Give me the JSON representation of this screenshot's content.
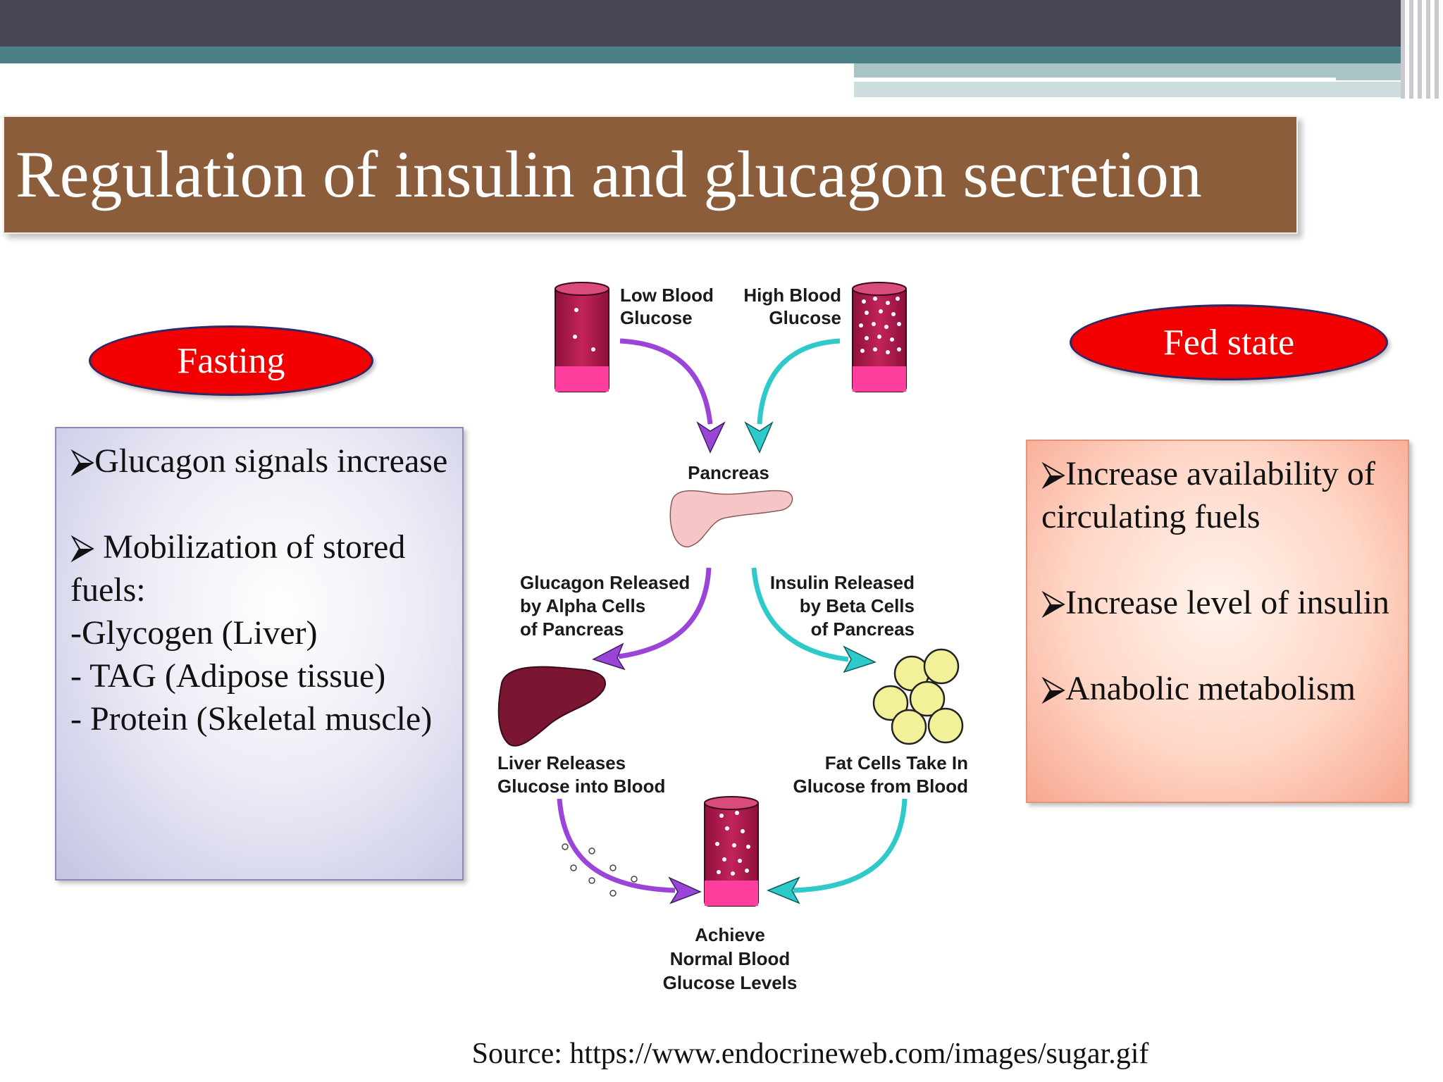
{
  "title": "Regulation of insulin and glucagon secretion",
  "left": {
    "label": "Fasting",
    "items": [
      "⮚Glucagon signals increase",
      "⮚ Mobilization of stored fuels:",
      "-Glycogen (Liver)",
      "- TAG (Adipose tissue)",
      "- Protein (Skeletal muscle)"
    ]
  },
  "right": {
    "label": "Fed state",
    "items": [
      "⮚Increase availability of circulating fuels",
      "⮚Increase level of insulin",
      "⮚Anabolic metabolism"
    ]
  },
  "diagram": {
    "low_glucose": [
      "Low Blood",
      "Glucose"
    ],
    "high_glucose": [
      "High Blood",
      "Glucose"
    ],
    "pancreas": "Pancreas",
    "glucagon_released": [
      "Glucagon Released",
      "by Alpha Cells",
      "of Pancreas"
    ],
    "insulin_released": [
      "Insulin Released",
      "by Beta Cells",
      "of Pancreas"
    ],
    "liver_releases": [
      "Liver Releases",
      "Glucose into Blood"
    ],
    "fat_cells": [
      "Fat Cells Take In",
      "Glucose from Blood"
    ],
    "normal_levels": [
      "Achieve",
      "Normal Blood",
      "Glucose Levels"
    ],
    "colors": {
      "glucagon_arrow": "#9b45d8",
      "insulin_arrow": "#2ec9c9",
      "tube": "#b0174e",
      "liver": "#7a1632",
      "fat": "#f3f09a"
    }
  },
  "source": "Source: https://www.endocrineweb.com/images/sugar.gif"
}
